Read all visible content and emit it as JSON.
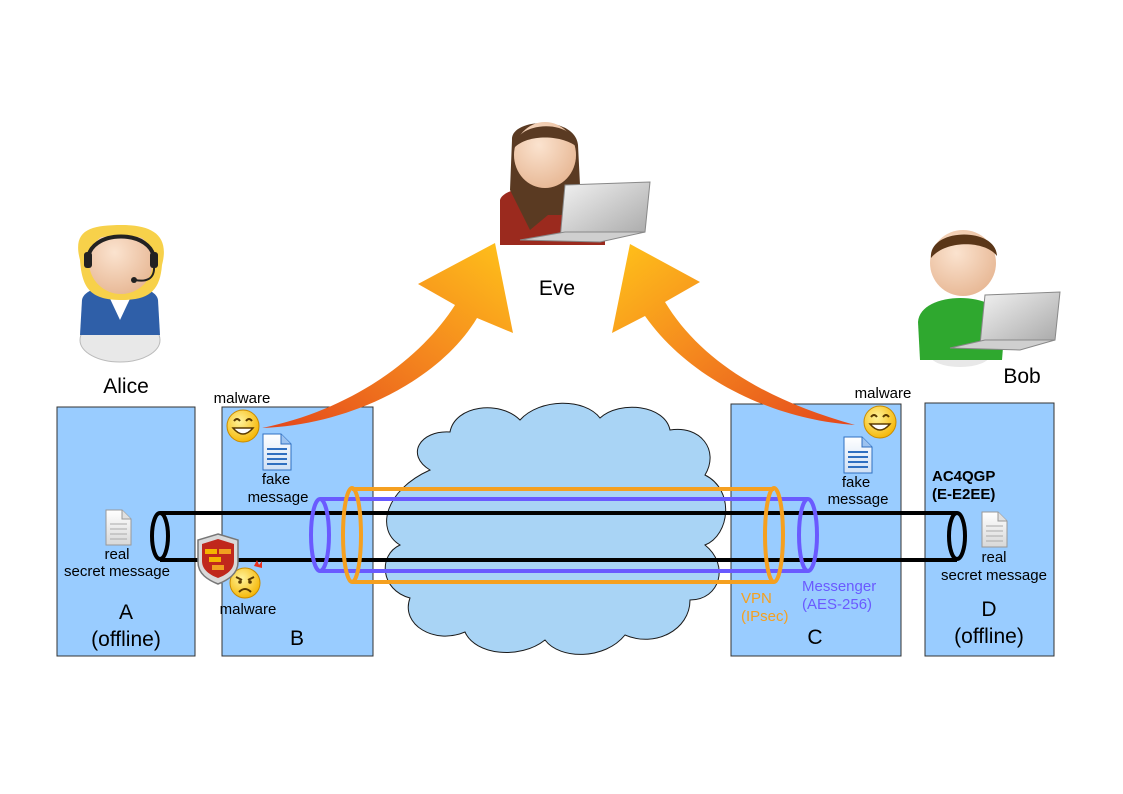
{
  "people": {
    "alice": "Alice",
    "eve": "Eve",
    "bob": "Bob"
  },
  "nodes": {
    "a": {
      "letter": "A",
      "state": "(offline)",
      "message_line1": "real",
      "message_line2": "secret message"
    },
    "b": {
      "letter": "B",
      "malware_top": "malware",
      "fake_line1": "fake",
      "fake_line2": "message",
      "malware_bottom": "malware"
    },
    "c": {
      "letter": "C",
      "malware": "malware",
      "fake_line1": "fake",
      "fake_line2": "message"
    },
    "d": {
      "letter": "D",
      "state": "(offline)",
      "message_line1": "real",
      "message_line2": "secret message",
      "protocol_line1": "AC4QGP",
      "protocol_line2": "(E-E2EE)"
    }
  },
  "tunnels": {
    "vpn_line1": "VPN",
    "vpn_line2": "(IPsec)",
    "messenger_line1": "Messenger",
    "messenger_line2": "(AES-256)"
  },
  "colors": {
    "box_fill": "#99ccff",
    "vpn": "#f5a020",
    "messenger": "#6a5aff",
    "arrow_start": "#e8501c",
    "arrow_end": "#ffc21a",
    "cloud": "#a9d4f5"
  }
}
